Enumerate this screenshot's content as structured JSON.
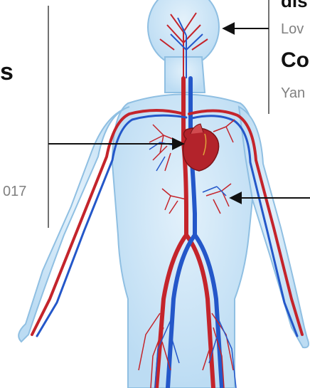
{
  "labels": {
    "top_heading": "dis",
    "top_sub": "Lov",
    "mid_heading": "Co",
    "mid_sub": "Yan",
    "left_heading": "s",
    "left_year": "017"
  },
  "colors": {
    "body_fill": "#cfe6f7",
    "body_edge": "#8fbfe2",
    "artery": "#c4242b",
    "vein": "#2457c9",
    "heart": "#b3232b",
    "arrow": "#111111",
    "divider": "#444444"
  }
}
